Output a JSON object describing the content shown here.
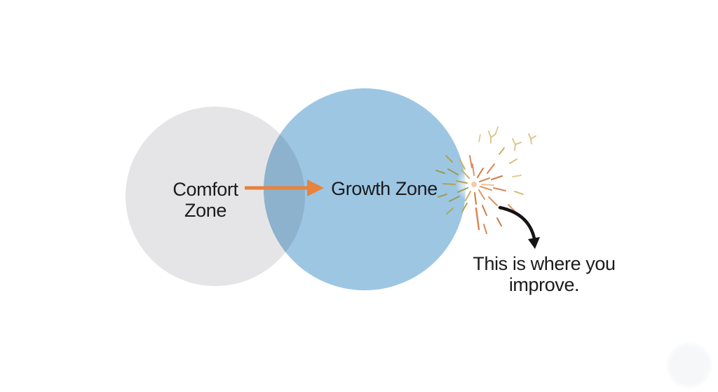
{
  "diagram": {
    "comfort_zone": {
      "line1": "Comfort",
      "line2": "Zone"
    },
    "growth_zone": {
      "label": "Growth Zone"
    },
    "annotation": {
      "line1": "This is where you",
      "line2": "improve."
    }
  },
  "icons": {
    "transition_arrow": "orange-right-arrow-icon",
    "spark": "spark-burst-icon",
    "annotation_arrow": "curved-down-arrow-icon"
  },
  "colors": {
    "background": "#FFFFFF",
    "comfort_circle": "#E5E5E7",
    "growth_circle": "#9DC6E3",
    "circle_overlap": "#8BB0CC",
    "arrow_orange": "#E8823C",
    "text": "#1B1B1D",
    "annotation_arrow": "#141414",
    "spark_orange": "#D8875A",
    "spark_salmon": "#DE9468",
    "spark_tan": "#C9B06B",
    "spark_olive": "#9C9B55"
  }
}
